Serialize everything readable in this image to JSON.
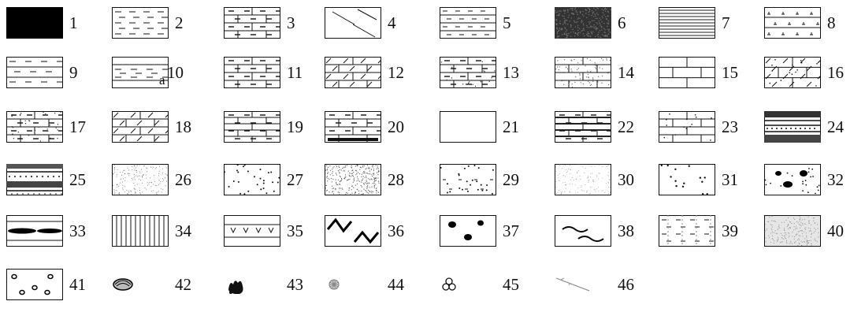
{
  "legend": {
    "items": [
      {
        "label": "1",
        "pattern": "solid-black-icon"
      },
      {
        "label": "2",
        "pattern": "dashed-lines-icon"
      },
      {
        "label": "3",
        "pattern": "marl-limestone-icon"
      },
      {
        "label": "4",
        "pattern": "diagonal-lines-icon"
      },
      {
        "label": "5",
        "pattern": "lined-dashes-icon"
      },
      {
        "label": "6",
        "pattern": "dense-stipple-icon"
      },
      {
        "label": "7",
        "pattern": "fine-lamination-icon"
      },
      {
        "label": "8",
        "pattern": "evaporite-icon"
      },
      {
        "label": "9",
        "pattern": "shale-lens-icon"
      },
      {
        "label": "10",
        "pattern": "shale-bed-icon",
        "suffix": "a"
      },
      {
        "label": "11",
        "pattern": "limestone-marl-icon"
      },
      {
        "label": "12",
        "pattern": "dolomitic-limestone-icon"
      },
      {
        "label": "13",
        "pattern": "argillaceous-limestone-icon"
      },
      {
        "label": "14",
        "pattern": "sandy-limestone-icon"
      },
      {
        "label": "15",
        "pattern": "limestone-icon"
      },
      {
        "label": "16",
        "pattern": "dolomite-icon"
      },
      {
        "label": "17",
        "pattern": "argillaceous-dolomite-icon"
      },
      {
        "label": "18",
        "pattern": "dolomitic-bricks-icon"
      },
      {
        "label": "19",
        "pattern": "thin-bedded-limestone-icon"
      },
      {
        "label": "20",
        "pattern": "nodular-limestone-icon"
      },
      {
        "label": "21",
        "pattern": "blank-box-icon"
      },
      {
        "label": "22",
        "pattern": "interbedded-limestone-icon"
      },
      {
        "label": "23",
        "pattern": "dotted-limestone-icon"
      },
      {
        "label": "24",
        "pattern": "banded-sandstone-icon"
      },
      {
        "label": "25",
        "pattern": "banded-siltstone-icon"
      },
      {
        "label": "26",
        "pattern": "fine-stipple-icon"
      },
      {
        "label": "27",
        "pattern": "sparse-dots-icon"
      },
      {
        "label": "28",
        "pattern": "medium-stipple-icon"
      },
      {
        "label": "29",
        "pattern": "dots-dashes-icon"
      },
      {
        "label": "30",
        "pattern": "light-speckle-icon"
      },
      {
        "label": "31",
        "pattern": "scattered-pebbles-icon"
      },
      {
        "label": "32",
        "pattern": "conglomerate-icon"
      },
      {
        "label": "33",
        "pattern": "lens-bed-icon"
      },
      {
        "label": "34",
        "pattern": "vertical-lines-icon"
      },
      {
        "label": "35",
        "pattern": "gypsum-marks-icon"
      },
      {
        "label": "36",
        "pattern": "zigzag-icon"
      },
      {
        "label": "37",
        "pattern": "nodules-icon"
      },
      {
        "label": "38",
        "pattern": "wavy-lines-icon"
      },
      {
        "label": "39",
        "pattern": "dash-grid-icon"
      },
      {
        "label": "40",
        "pattern": "grey-stipple-icon"
      },
      {
        "label": "41",
        "pattern": "ooids-icon"
      },
      {
        "label": "42",
        "pattern": "shell-icon"
      },
      {
        "label": "43",
        "pattern": "coral-icon"
      },
      {
        "label": "44",
        "pattern": "radial-fossil-icon"
      },
      {
        "label": "45",
        "pattern": "trefoil-icon"
      },
      {
        "label": "46",
        "pattern": "spicule-icon"
      }
    ]
  }
}
